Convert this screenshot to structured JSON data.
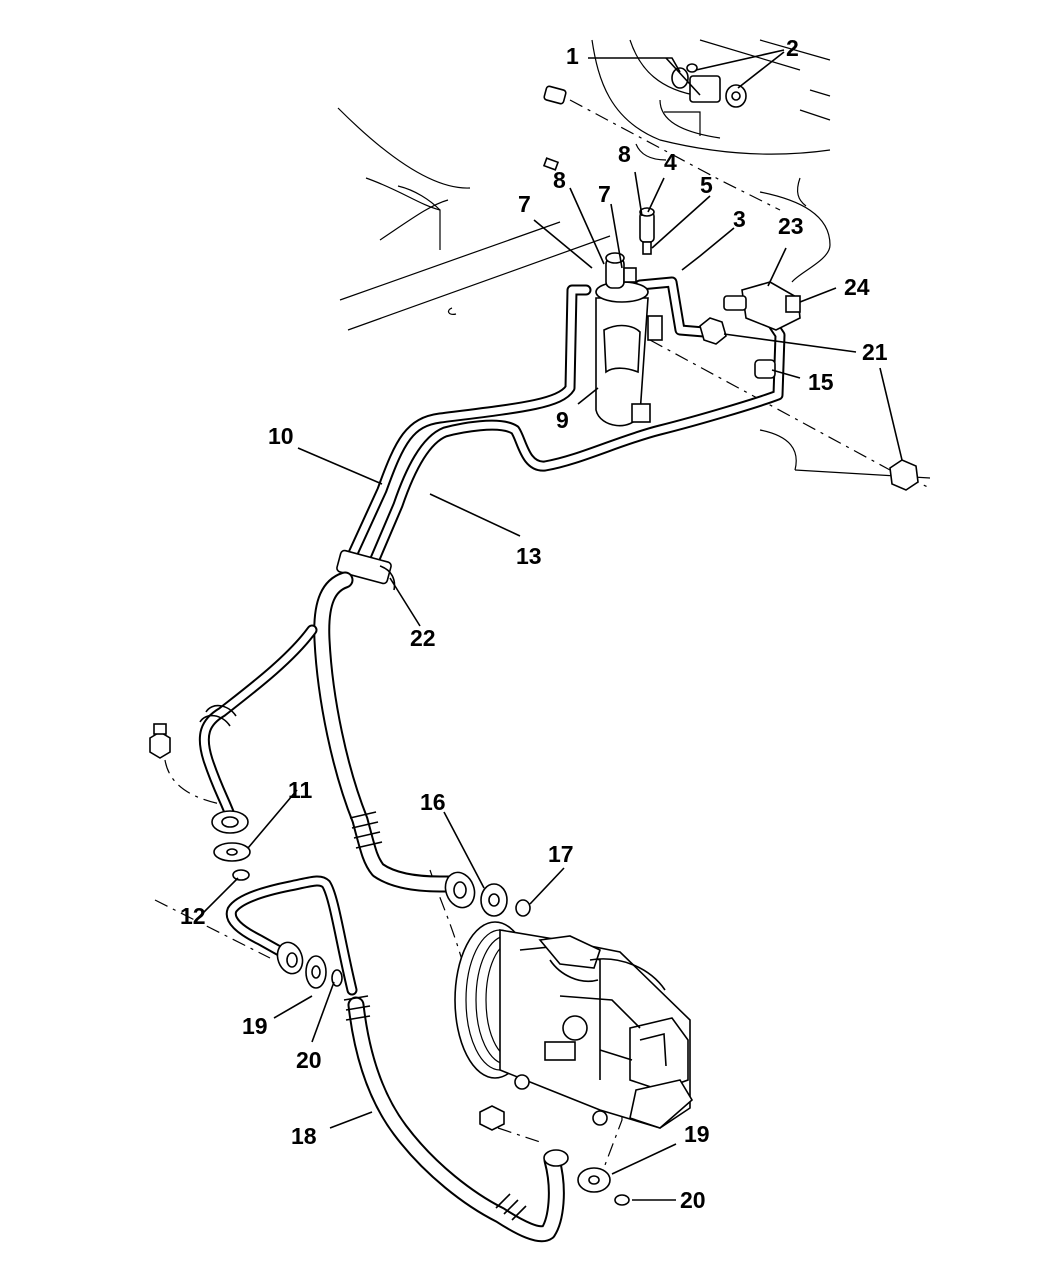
{
  "callouts": [
    {
      "id": "1",
      "text": "1"
    },
    {
      "id": "2",
      "text": "2"
    },
    {
      "id": "3",
      "text": "3"
    },
    {
      "id": "4",
      "text": "4"
    },
    {
      "id": "5",
      "text": "5"
    },
    {
      "id": "7a",
      "text": "7"
    },
    {
      "id": "7b",
      "text": "7"
    },
    {
      "id": "8a",
      "text": "8"
    },
    {
      "id": "8b",
      "text": "8"
    },
    {
      "id": "9",
      "text": "9"
    },
    {
      "id": "10",
      "text": "10"
    },
    {
      "id": "11",
      "text": "11"
    },
    {
      "id": "12",
      "text": "12"
    },
    {
      "id": "13",
      "text": "13"
    },
    {
      "id": "15",
      "text": "15"
    },
    {
      "id": "16",
      "text": "16"
    },
    {
      "id": "17",
      "text": "17"
    },
    {
      "id": "18",
      "text": "18"
    },
    {
      "id": "19a",
      "text": "19"
    },
    {
      "id": "19b",
      "text": "19"
    },
    {
      "id": "20a",
      "text": "20"
    },
    {
      "id": "20b",
      "text": "20"
    },
    {
      "id": "21",
      "text": "21"
    },
    {
      "id": "22",
      "text": "22"
    },
    {
      "id": "23",
      "text": "23"
    },
    {
      "id": "24",
      "text": "24"
    }
  ]
}
